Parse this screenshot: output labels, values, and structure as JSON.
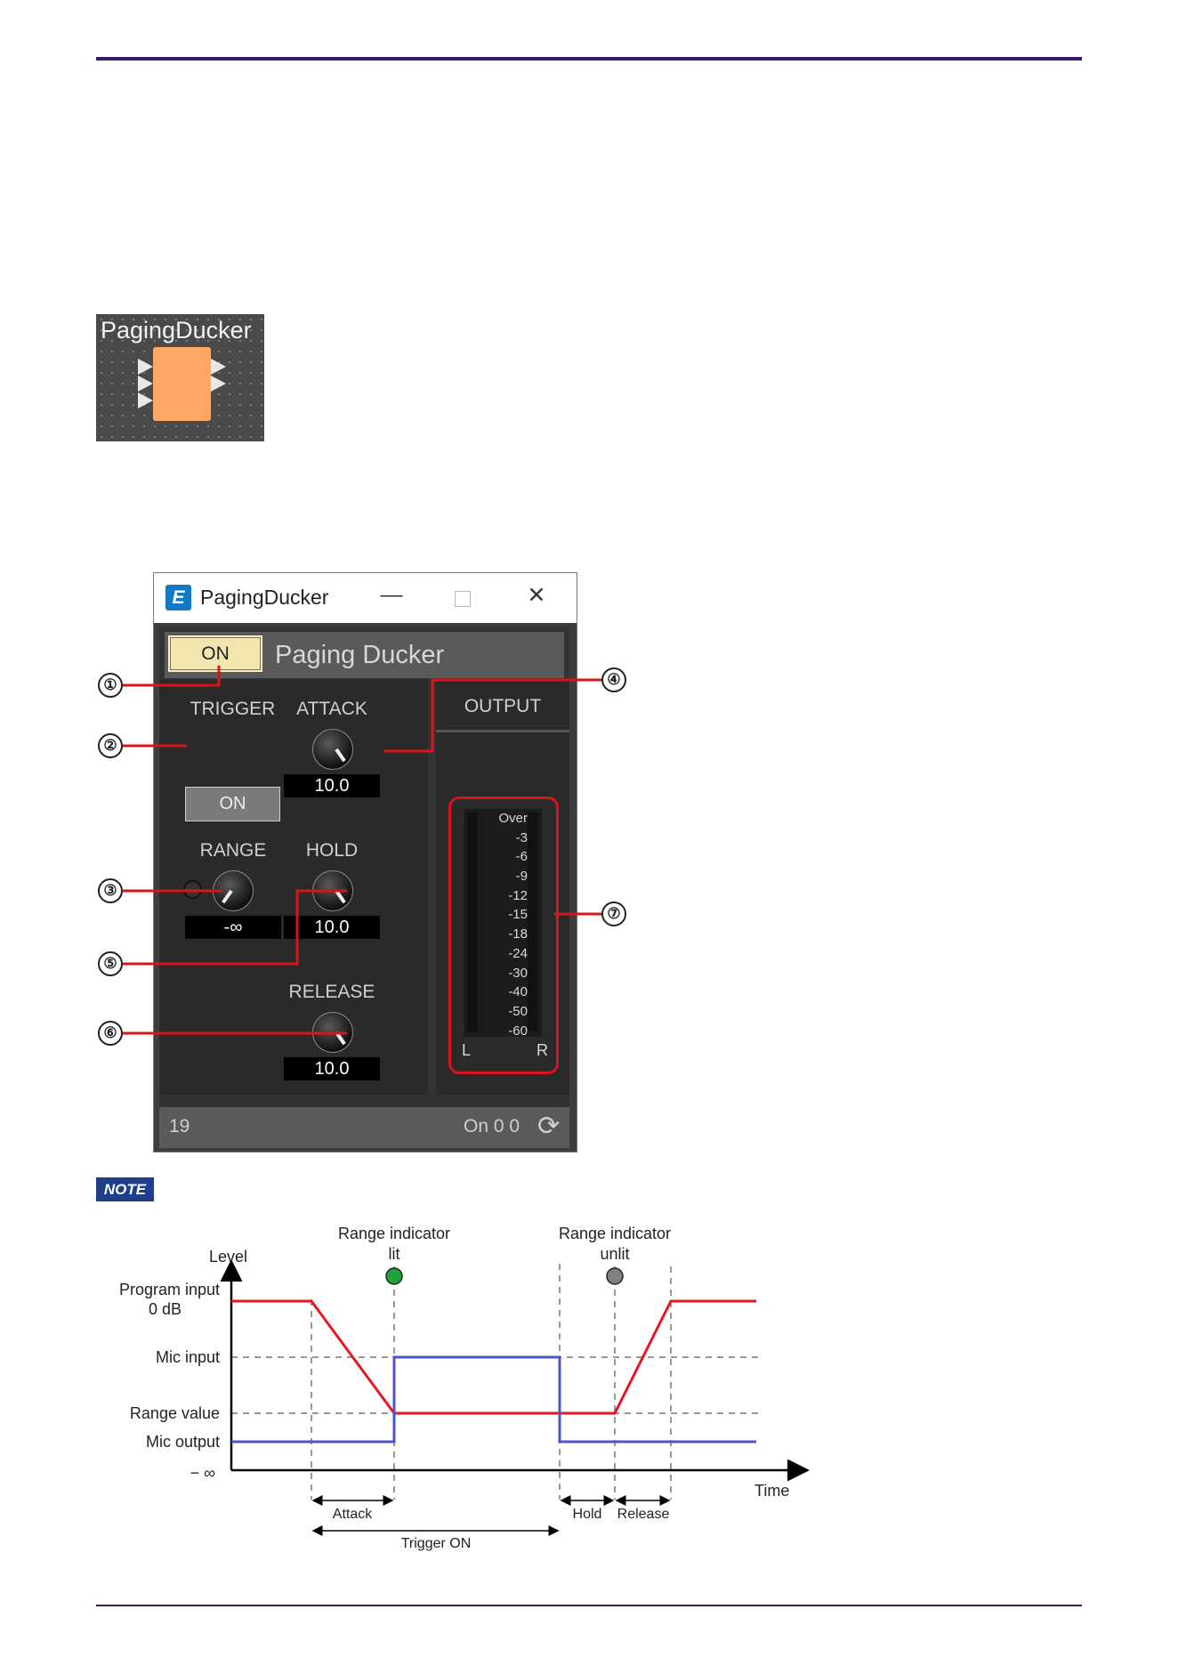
{
  "component_tile": {
    "title": "PagingDucker"
  },
  "window": {
    "title": "PagingDucker",
    "controls": {
      "minimize": "—",
      "close": "✕"
    },
    "header": {
      "on_label": "ON",
      "title": "Paging Ducker"
    },
    "trigger": {
      "label": "TRIGGER",
      "button": "ON"
    },
    "attack": {
      "label": "ATTACK",
      "value": "10.0"
    },
    "range": {
      "label": "RANGE",
      "value": "-∞"
    },
    "hold": {
      "label": "HOLD",
      "value": "10.0"
    },
    "release": {
      "label": "RELEASE",
      "value": "10.0"
    },
    "output": {
      "label": "OUTPUT",
      "scale": [
        "Over",
        "-3",
        "-6",
        "-9",
        "-12",
        "-15",
        "-18",
        "-24",
        "-30",
        "-40",
        "-50",
        "-60"
      ],
      "left": "L",
      "right": "R"
    },
    "status": {
      "id": "19",
      "state": "On 0 0"
    }
  },
  "callouts": [
    "①",
    "②",
    "③",
    "④",
    "⑤",
    "⑥",
    "⑦"
  ],
  "note": {
    "badge": "NOTE"
  },
  "diagram": {
    "level_label": "Level",
    "time_label": "Time",
    "y_labels": {
      "program_input_1": "Program input",
      "program_input_2": "0 dB",
      "mic_input": "Mic input",
      "range_value": "Range value",
      "mic_output": "Mic output",
      "minus_inf": "− ∞"
    },
    "range_lit_1": "Range indicator",
    "range_lit_2": "lit",
    "range_unlit_1": "Range indicator",
    "range_unlit_2": "unlit",
    "spans": {
      "attack": "Attack",
      "hold": "Hold",
      "release": "Release",
      "trigger_on": "Trigger ON"
    },
    "colors": {
      "program": "#e8171e",
      "mic": "#4a55c8",
      "lit": "#1da33a",
      "unlit": "#808080"
    }
  }
}
